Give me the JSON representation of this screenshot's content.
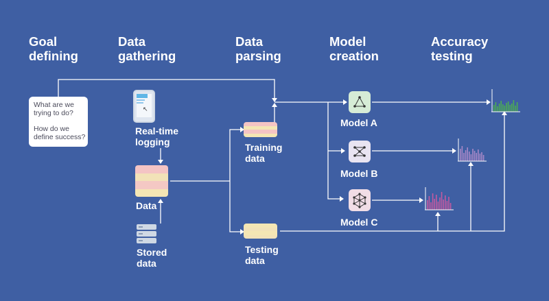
{
  "headers": {
    "goal": "Goal\ndefining",
    "gathering": "Data\ngathering",
    "parsing": "Data\nparsing",
    "creation": "Model\ncreation",
    "testing": "Accuracy\ntesting"
  },
  "goal_box": {
    "question1": "What are we\ntrying to do?",
    "question2": "How do we\ndefine success?"
  },
  "labels": {
    "realtime": "Real-time\nlogging",
    "data": "Data",
    "stored": "Stored\ndata",
    "training": "Training\ndata",
    "testing_data": "Testing\ndata",
    "model_a": "Model A",
    "model_b": "Model B",
    "model_c": "Model C"
  },
  "icons": {
    "tablet": "tablet-icon",
    "database": "database-icon",
    "model_a": "triangle-network-icon",
    "model_b": "cross-network-icon",
    "model_c": "mesh-network-icon",
    "chart": "histogram-icon"
  },
  "colors": {
    "background": "#3f5fa3",
    "wire": "#ffffff",
    "model_a_tile": "#d6ecd6",
    "model_b_tile": "#e9e4f1",
    "model_c_tile": "#f1dde6",
    "hist_a": "#4caf50",
    "hist_b": "#a888c8",
    "hist_c": "#c45aa0",
    "stack_pink": "#f0c8c8",
    "stack_yellow": "#f4e6b4"
  }
}
